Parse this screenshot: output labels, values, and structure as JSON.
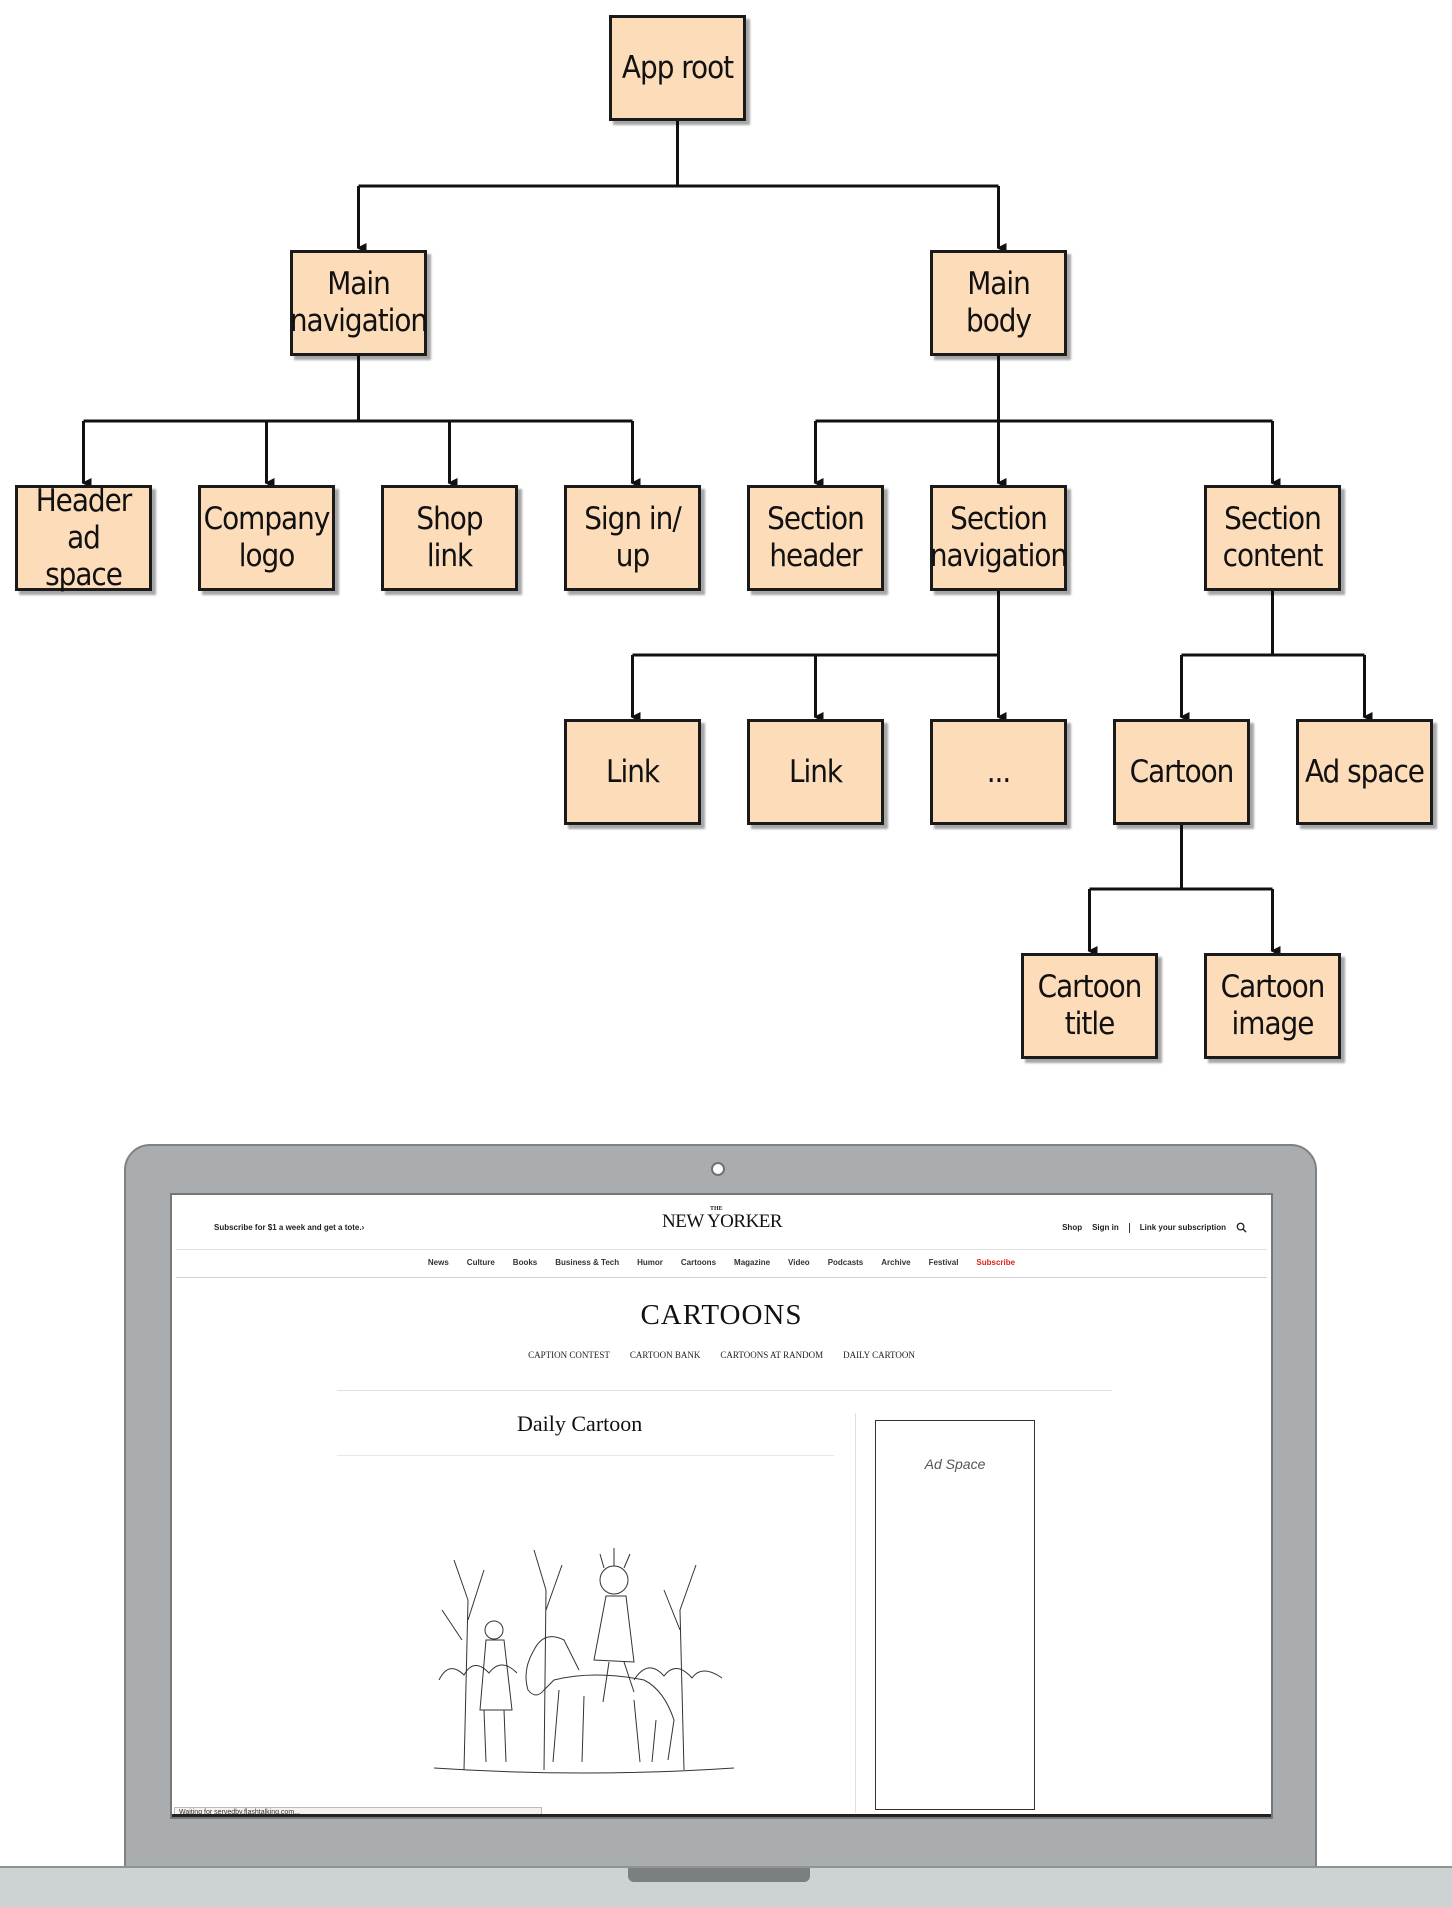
{
  "tree": {
    "nodes": [
      {
        "id": "app-root",
        "label": "App root"
      },
      {
        "id": "main-navigation",
        "label": "Main\nnavigation"
      },
      {
        "id": "main-body",
        "label": "Main\nbody"
      },
      {
        "id": "header-ad-space",
        "label": "Header ad\nspace"
      },
      {
        "id": "company-logo",
        "label": "Company\nlogo"
      },
      {
        "id": "shop-link",
        "label": "Shop\nlink"
      },
      {
        "id": "sign-in-up",
        "label": "Sign in/\nup"
      },
      {
        "id": "section-header",
        "label": "Section\nheader"
      },
      {
        "id": "section-navigation",
        "label": "Section\nnavigation"
      },
      {
        "id": "section-content",
        "label": "Section\ncontent"
      },
      {
        "id": "link-1",
        "label": "Link"
      },
      {
        "id": "link-2",
        "label": "Link"
      },
      {
        "id": "more-links",
        "label": "..."
      },
      {
        "id": "cartoon",
        "label": "Cartoon"
      },
      {
        "id": "ad-space",
        "label": "Ad space"
      },
      {
        "id": "cartoon-title",
        "label": "Cartoon\ntitle"
      },
      {
        "id": "cartoon-image",
        "label": "Cartoon\nimage"
      }
    ],
    "edges": [
      [
        "app-root",
        "main-navigation"
      ],
      [
        "app-root",
        "main-body"
      ],
      [
        "main-navigation",
        "header-ad-space"
      ],
      [
        "main-navigation",
        "company-logo"
      ],
      [
        "main-navigation",
        "shop-link"
      ],
      [
        "main-navigation",
        "sign-in-up"
      ],
      [
        "main-body",
        "section-header"
      ],
      [
        "main-body",
        "section-navigation"
      ],
      [
        "main-body",
        "section-content"
      ],
      [
        "section-navigation",
        "link-1"
      ],
      [
        "section-navigation",
        "link-2"
      ],
      [
        "section-navigation",
        "more-links"
      ],
      [
        "section-content",
        "cartoon"
      ],
      [
        "section-content",
        "ad-space"
      ],
      [
        "cartoon",
        "cartoon-title"
      ],
      [
        "cartoon",
        "cartoon-image"
      ]
    ]
  },
  "site": {
    "promo": "Subscribe for $1 a week and get a tote.›",
    "logo_small": "THE",
    "logo": "NEW YORKER",
    "util": {
      "shop": "Shop",
      "sign_in": "Sign in",
      "link_sub": "Link your subscription"
    },
    "nav": [
      "News",
      "Culture",
      "Books",
      "Business & Tech",
      "Humor",
      "Cartoons",
      "Magazine",
      "Video",
      "Podcasts",
      "Archive",
      "Festival",
      "Subscribe"
    ],
    "nav_highlight_color": "#e0231b",
    "section_title": "CARTOONS",
    "section_nav": [
      "CAPTION CONTEST",
      "CARTOON BANK",
      "CARTOONS AT RANDOM",
      "DAILY CARTOON"
    ],
    "cartoon_title": "Daily Cartoon",
    "ad_label": "Ad Space",
    "status": "Waiting for servedby.flashtalking.com..."
  },
  "colors": {
    "node_fill": "#fcdcb9",
    "laptop": "#a9adb0"
  }
}
